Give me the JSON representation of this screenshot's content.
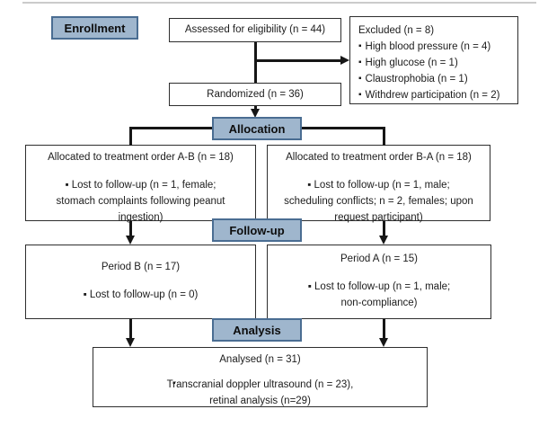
{
  "glyphs": {
    "bullet": "▪"
  },
  "colors": {
    "stage_fill": "#9FB6CD",
    "stage_border": "#4a6d92",
    "box_border": "#2e2e2e",
    "connector": "#161616"
  },
  "stages": {
    "enrollment": "Enrollment",
    "allocation": "Allocation",
    "followup": "Follow-up",
    "analysis": "Analysis"
  },
  "boxes": {
    "assessed": {
      "text": "Assessed for eligibility (n = 44)"
    },
    "excluded": {
      "header": "Excluded (n = 8)",
      "items": [
        "High blood pressure (n = 4)",
        "High glucose (n = 1)",
        "Claustrophobia (n = 1)",
        "Withdrew participation (n = 2)"
      ]
    },
    "randomized": {
      "text": "Randomized (n = 36)"
    },
    "alloc_left": {
      "title": "Allocated to treatment order A-B (n = 18)",
      "bullet": "▪ Lost to follow-up (n = 1, female;\nstomach complaints following peanut\ningestion)"
    },
    "alloc_right": {
      "title": "Allocated to treatment order B-A (n = 18)",
      "bullet": "▪ Lost to follow-up (n = 1, male;\nscheduling conflicts; n = 2, females; upon\nrequest participant)"
    },
    "period_b": {
      "title": "Period B (n = 17)",
      "bullet": "▪ Lost to follow-up (n = 0)"
    },
    "period_a": {
      "title": "Period A (n = 15)",
      "bullet": "▪ Lost to follow-up (n = 1, male;\nnon-compliance)"
    },
    "analysed": {
      "title": "Analysed (n = 31)",
      "bullet_marker": "▪",
      "bullet": "Transcranial doppler ultrasound (n = 23),\nretinal analysis (n=29)"
    }
  }
}
